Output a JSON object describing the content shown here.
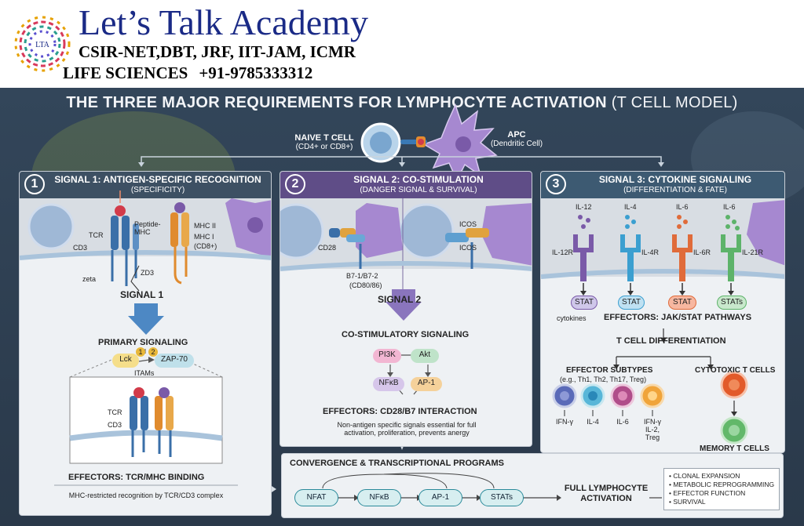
{
  "banner": {
    "title": "Let’s Talk Academy",
    "exams": "CSIR-NET,DBT, JRF, IIT-JAM, ICMR",
    "subject": "LIFE SCIENCES",
    "phone": "+91-9785333312",
    "logo_text": "LTA"
  },
  "title": {
    "main": "THE THREE MAJOR REQUIREMENTS FOR LYMPHOCYTE ACTIVATION",
    "paren": "(T CELL MODEL)"
  },
  "top": {
    "naive_label": "NAIVE T CELL",
    "naive_sub": "(CD4+ or CD8+)",
    "apc_label": "APC",
    "apc_sub": "(Dendritic Cell)"
  },
  "panel1": {
    "number": "1",
    "title": "SIGNAL 1: ANTIGEN-SPECIFIC RECOGNITION",
    "subtitle": "(SPECIFICITY)",
    "labels": {
      "peptide_mhc": "Peptide-\nMHC",
      "tcr": "TCR",
      "cd3": "CD3",
      "mhc2": "MHC II",
      "mhc1": "MHC I",
      "cd8": "(CD8+)",
      "zeta": "zeta",
      "zd3": "ZD3"
    },
    "signal": "SIGNAL 1",
    "primary": "PRIMARY SIGNALING",
    "lck": "Lck",
    "zap70": "ZAP-70",
    "itams": "ITAMs",
    "badge1": "1",
    "badge2": "2",
    "inset_tcr": "TCR",
    "inset_cd3": "CD3",
    "effectors": "EFFECTORS: TCR/MHC BINDING",
    "note": "MHC-restricted recognition by TCR/CD3 complex"
  },
  "panel2": {
    "number": "2",
    "title": "SIGNAL 2: CO-STIMULATION",
    "subtitle": "(DANGER SIGNAL & SURVIVAL)",
    "labels": {
      "cd28": "CD28",
      "icos_top": "ICOS",
      "icos": "ICOS",
      "b7": "B7-1/B7-2",
      "cd80": "(CD80/86)"
    },
    "signal": "SIGNAL 2",
    "costim": "CO-STIMULATORY SIGNALING",
    "nodes": {
      "pi3k": "PI3K",
      "akt": "Akt",
      "nfkb": "NFκB",
      "ap1": "AP-1"
    },
    "effectors": "EFFECTORS: CD28/B7 INTERACTION",
    "note": "Non-antigen specific signals essential for full activation, proliferation, prevents anergy"
  },
  "panel3": {
    "number": "3",
    "title": "SIGNAL 3: CYTOKINE SIGNALING",
    "subtitle": "(DIFFERENTIATION & FATE)",
    "cytokines": [
      "IL-12",
      "IL-4",
      "IL-6",
      "IL-6"
    ],
    "receptors": [
      "IL-12R",
      "IL-4R",
      "IL-6R",
      "IL-21R"
    ],
    "stats": [
      "STAT",
      "STAT",
      "STAT",
      "STATs"
    ],
    "cytokines_note": "cytokines",
    "effectors": "EFFECTORS: JAK/STAT PATHWAYS",
    "differentiation": "T CELL DIFFERENTIATION",
    "subtypes_title": "EFFECTOR SUBTYPES",
    "subtypes_sub": "(e.g., Th1, Th2, Th17, Treg)",
    "cytotoxic": "CYTOTOXIC T CELLS",
    "subtype_labels": [
      "IFN-γ",
      "IL-4",
      "IL-6",
      "IFN-γ\nIL-2,\nTreg"
    ],
    "memory": "MEMORY T CELLS"
  },
  "convergence": {
    "title": "CONVERGENCE & TRANSCRIPTIONAL PROGRAMS",
    "factors": [
      "NFAT",
      "NFκB",
      "AP-1",
      "STATs"
    ],
    "full_activation": "FULL LYMPHOCYTE\nACTIVATION",
    "outcomes": [
      "• CLONAL EXPANSION",
      "• METABOLIC REPROGRAMMING",
      "• EFFECTOR FUNCTION",
      "• SURVIVAL"
    ]
  },
  "colors": {
    "banner_title": "#1a2a86",
    "panel_header": "#3d5063",
    "panel2_header": "#5f4d87",
    "apc": "#9a7ac6",
    "tcell": "#8fb3d9",
    "transcription": "#2a8a9a"
  }
}
